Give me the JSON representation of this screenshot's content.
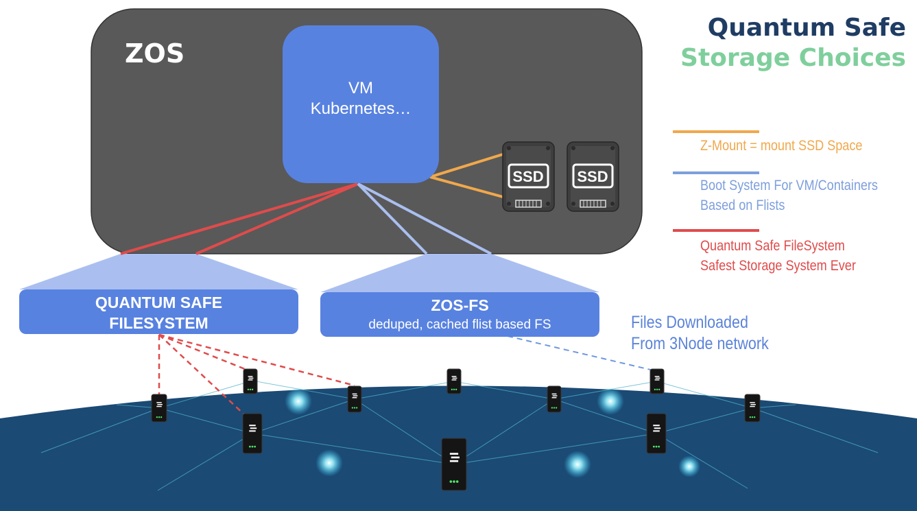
{
  "title": {
    "line1": "Quantum Safe",
    "line2": "Storage Choices"
  },
  "zos": {
    "label": "ZOS"
  },
  "vm": {
    "line1": "VM",
    "line2": "Kubernetes…"
  },
  "ssd": {
    "label": "SSD"
  },
  "qsfs": {
    "line1": "QUANTUM SAFE",
    "line2": "FILESYSTEM"
  },
  "zosfs": {
    "line1": "ZOS-FS",
    "line2": "deduped, cached flist based FS"
  },
  "legend": {
    "zmount": {
      "line1": "Z-Mount = mount SSD Space",
      "color": "#f0a84c"
    },
    "boot": {
      "line1": "Boot System For VM/Containers",
      "line2": "Based on Flists",
      "color": "#7d9fdc"
    },
    "qsfs": {
      "line1": "Quantum Safe FileSystem",
      "line2": "Safest Storage System Ever",
      "color": "#e04b4b"
    }
  },
  "network": {
    "line1": "Files Downloaded",
    "line2": "From 3Node network"
  },
  "colors": {
    "zos_bg": "#595959",
    "vm_blue": "#5882e0",
    "globe": "#1b4a74",
    "title_dark": "#1f3c63",
    "title_green": "#7fcf9c"
  }
}
